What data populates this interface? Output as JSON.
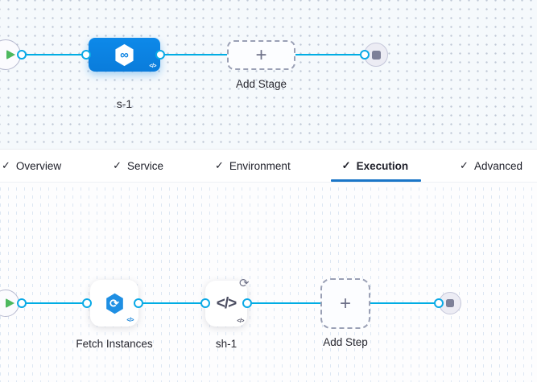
{
  "colors": {
    "edge_line": "#00ade4",
    "stage_node_blue": "#0b82e2",
    "active_tab_underline": "#1a76c8",
    "play_green": "#4db85e",
    "fetch_hexagon_blue": "#1f8fe3"
  },
  "icons": {
    "check": "✓",
    "plus": "+",
    "infinity": "∞",
    "code": "</>",
    "loop": "⟳"
  },
  "stage_graph": {
    "stage": {
      "label": "s-1"
    },
    "add_stage": {
      "label": "Add Stage"
    }
  },
  "tabs": [
    {
      "label": "Overview"
    },
    {
      "label": "Service"
    },
    {
      "label": "Environment"
    },
    {
      "label": "Execution"
    },
    {
      "label": "Advanced"
    }
  ],
  "execution_graph": {
    "steps": [
      {
        "label": "Fetch Instances"
      },
      {
        "label": "sh-1"
      }
    ],
    "add_step": {
      "label": "Add Step"
    }
  }
}
